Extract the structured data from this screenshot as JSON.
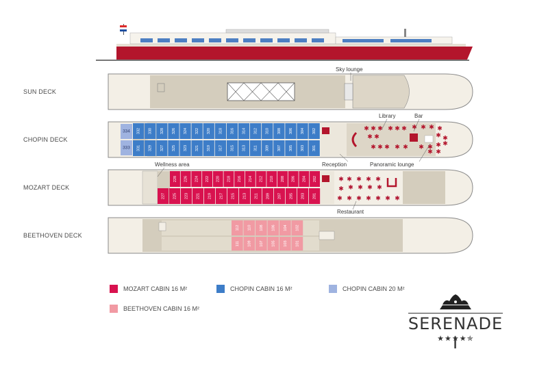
{
  "decks": [
    {
      "id": "sun",
      "label": "SUN DECK"
    },
    {
      "id": "chopin",
      "label": "CHOPIN DECK"
    },
    {
      "id": "mozart",
      "label": "MOZART DECK"
    },
    {
      "id": "beethoven",
      "label": "BEETHOVEN DECK"
    }
  ],
  "annotations": {
    "sky_lounge": "Sky lounge",
    "library": "Library",
    "bar": "Bar",
    "reception": "Reception",
    "panoramic_lounge": "Panoramic lounge",
    "wellness_area": "Wellness area",
    "restaurant": "Restaurant"
  },
  "cabins": {
    "chopin_top": [
      "332",
      "330",
      "328",
      "326",
      "324",
      "322",
      "320",
      "318",
      "316",
      "314",
      "312",
      "310",
      "308",
      "306",
      "304",
      "302"
    ],
    "chopin_bottom": [
      "331",
      "329",
      "327",
      "325",
      "323",
      "321",
      "319",
      "317",
      "315",
      "313",
      "311",
      "309",
      "307",
      "305",
      "303",
      "301"
    ],
    "chopin_large": [
      "334",
      "333"
    ],
    "mozart_top": [
      "228",
      "226",
      "224",
      "222",
      "220",
      "218",
      "216",
      "214",
      "212",
      "210",
      "208",
      "206",
      "204",
      "202"
    ],
    "mozart_bottom": [
      "227",
      "225",
      "223",
      "221",
      "219",
      "217",
      "215",
      "213",
      "211",
      "209",
      "207",
      "205",
      "203",
      "201"
    ],
    "beethoven_top": [
      "112",
      "110",
      "108",
      "106",
      "104",
      "102"
    ],
    "beethoven_bottom": [
      "111",
      "109",
      "107",
      "105",
      "103",
      "101"
    ]
  },
  "legend": [
    {
      "label": "MOZART CABIN 16 M²",
      "color": "#d8124f"
    },
    {
      "label": "CHOPIN CABIN 16 M²",
      "color": "#3d7dc8"
    },
    {
      "label": "CHOPIN CABIN 20 M²",
      "color": "#9fb3e0"
    },
    {
      "label": "BEETHOVEN CABIN 16 M²",
      "color": "#f19aa3"
    }
  ],
  "brand": {
    "name": "SERENADE I",
    "stars": "★★★★✯"
  },
  "colors": {
    "hull": "#f3efe6",
    "outline": "#8a8a8a",
    "room": "#cfc8b8",
    "mozart": "#d8124f",
    "chopin": "#3d7dc8",
    "chopin_large": "#9fb3e0",
    "beethoven": "#f19aa3",
    "restaurant": "#b0122f",
    "ship_red": "#b3152c"
  }
}
